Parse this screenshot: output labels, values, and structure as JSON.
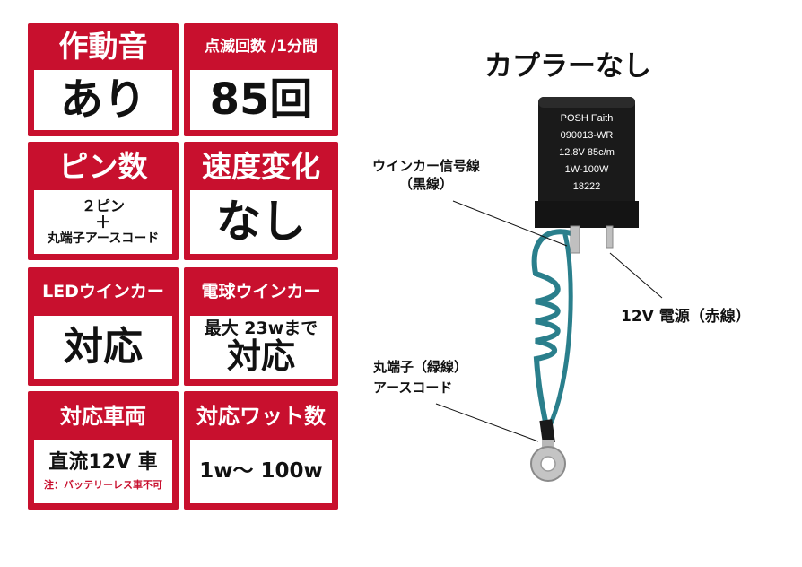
{
  "cards": [
    {
      "id": "sound",
      "header": "作動音",
      "value": "あり"
    },
    {
      "id": "blink",
      "header": "点滅回数 /1分間",
      "value": "85回"
    },
    {
      "id": "pins",
      "header": "ピン数",
      "value_lines": [
        "２ピン",
        "＋",
        "丸端子アースコード"
      ]
    },
    {
      "id": "speed",
      "header": "速度変化",
      "value": "なし"
    },
    {
      "id": "led",
      "header": "LEDウインカー",
      "value": "対応"
    },
    {
      "id": "bulb",
      "header": "電球ウインカー",
      "value_lines": [
        "最大 23wまで",
        "対応"
      ]
    },
    {
      "id": "vehicle",
      "header": "対応車両",
      "value": "直流12V 車",
      "note": "注：バッテリーレス車不可"
    },
    {
      "id": "watt",
      "header": "対応ワット数",
      "value": "1w～ 100w"
    }
  ],
  "product": {
    "title": "カプラーなし",
    "relay_label": [
      "POSH Faith",
      "090013-WR",
      "12.8V 85c/m",
      "1W-100W",
      "18222"
    ],
    "callouts": {
      "signal": [
        "ウインカー信号線",
        "（黒線）"
      ],
      "power": "12V 電源（赤線）",
      "ground": [
        "丸端子（緑線）",
        "アースコード"
      ]
    }
  },
  "colors": {
    "accent": "#c8102e",
    "wire": "#2a7f8c",
    "relay": "#1a1a1a"
  }
}
